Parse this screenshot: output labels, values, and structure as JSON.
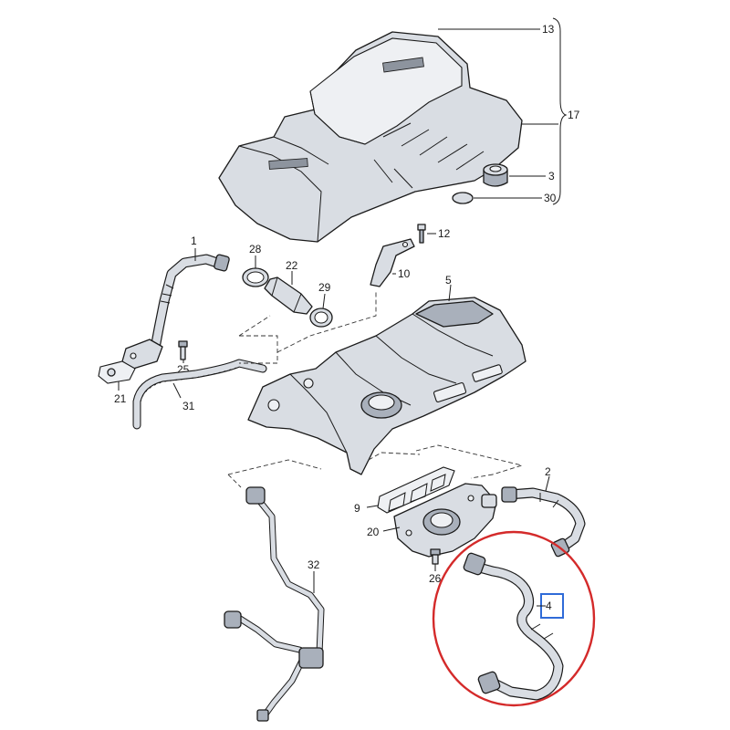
{
  "callouts": {
    "c13": "13",
    "c17": "17",
    "c3": "3",
    "c30": "30",
    "c12": "12",
    "c10": "10",
    "c1": "1",
    "c28": "28",
    "c22": "22",
    "c29": "29",
    "c5": "5",
    "c25": "25",
    "c21": "21",
    "c31": "31",
    "c2": "2",
    "c9": "9",
    "c20": "20",
    "c26": "26",
    "c32": "32",
    "c4": "4"
  },
  "colors": {
    "highlight_ring": "#d42a2a",
    "highlight_box": "#2f6bd8"
  }
}
